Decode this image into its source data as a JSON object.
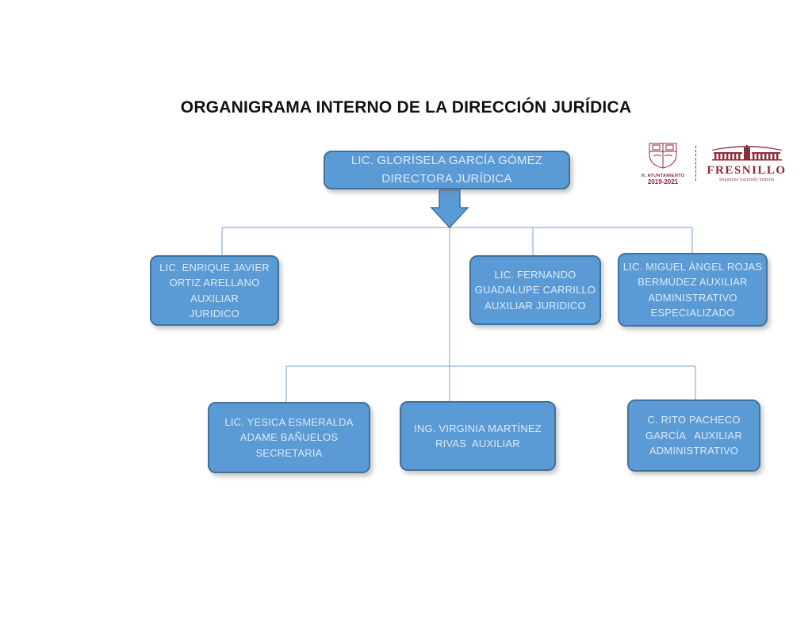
{
  "title": "ORGANIGRAMA INTERNO DE LA DIRECCIÓN JURÍDICA",
  "logos": {
    "ayuntamiento": {
      "line1": "H. AYUNTAMIENTO",
      "line2": "2019-2021"
    },
    "fresnillo": {
      "name": "FRESNILLO",
      "tagline": "Seguimos haciendo historia"
    }
  },
  "colors": {
    "box_fill": "#5B9BD5",
    "box_border": "#41719C",
    "box_text": "#DCE9F8",
    "connector": "#8FAFD4",
    "title_text": "#111111",
    "logo_maroon": "#8C2B3A",
    "background": "#FFFFFF"
  },
  "org": {
    "root": {
      "lines": [
        "LIC. GLORÍSELA GARCÍA GÓMEZ",
        "DIRECTORA JURÍDICA"
      ]
    },
    "level2": [
      {
        "lines": [
          "LIC. ENRIQUE JAVIER",
          "ORTIZ ARELLANO",
          "AUXILIAR",
          "JURIDICO"
        ]
      },
      {
        "lines": [
          "LIC. FERNANDO",
          "GUADALUPE CARRILLO",
          "AUXILIAR JURIDICO"
        ]
      },
      {
        "lines": [
          "LIC. MIGUEL ÁNGEL ROJAS",
          "BERMÚDEZ AUXILIAR",
          "ADMINISTRATIVO",
          "ESPECIALIZADO"
        ]
      }
    ],
    "level3": [
      {
        "lines": [
          "LIC. YESICA ESMERALDA",
          "ADAME BAÑUELOS",
          "SECRETARIA"
        ]
      },
      {
        "lines": [
          "ING. VIRGINIA MARTÍNEZ",
          "RIVAS  AUXILIAR"
        ]
      },
      {
        "lines": [
          "C. RITO PACHECO",
          "GARCÍA   AUXILIAR",
          "ADMINISTRATIVO"
        ]
      }
    ]
  }
}
